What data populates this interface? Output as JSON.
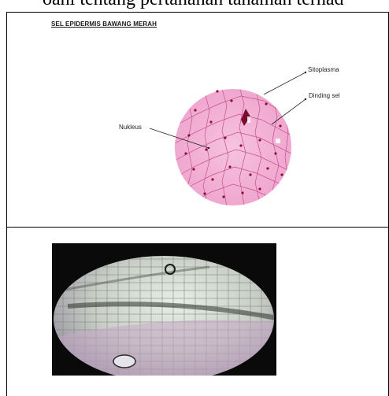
{
  "header": {
    "text": "oahi tentang pertahanan tanaman terhad"
  },
  "diagram": {
    "title": "SEL EPIDERMIS BAWANG MERAH",
    "labels": {
      "sitoplasma": "Sitoplasma",
      "dinding_sel": "Dinding sel",
      "nukleus": "Nukleus"
    },
    "colors": {
      "cell_fill": "#f3b1d6",
      "cell_line": "#c2528f",
      "nucleus": "#8a1038"
    }
  },
  "photo": {
    "subject": "micrograph-onion-epidermis"
  }
}
